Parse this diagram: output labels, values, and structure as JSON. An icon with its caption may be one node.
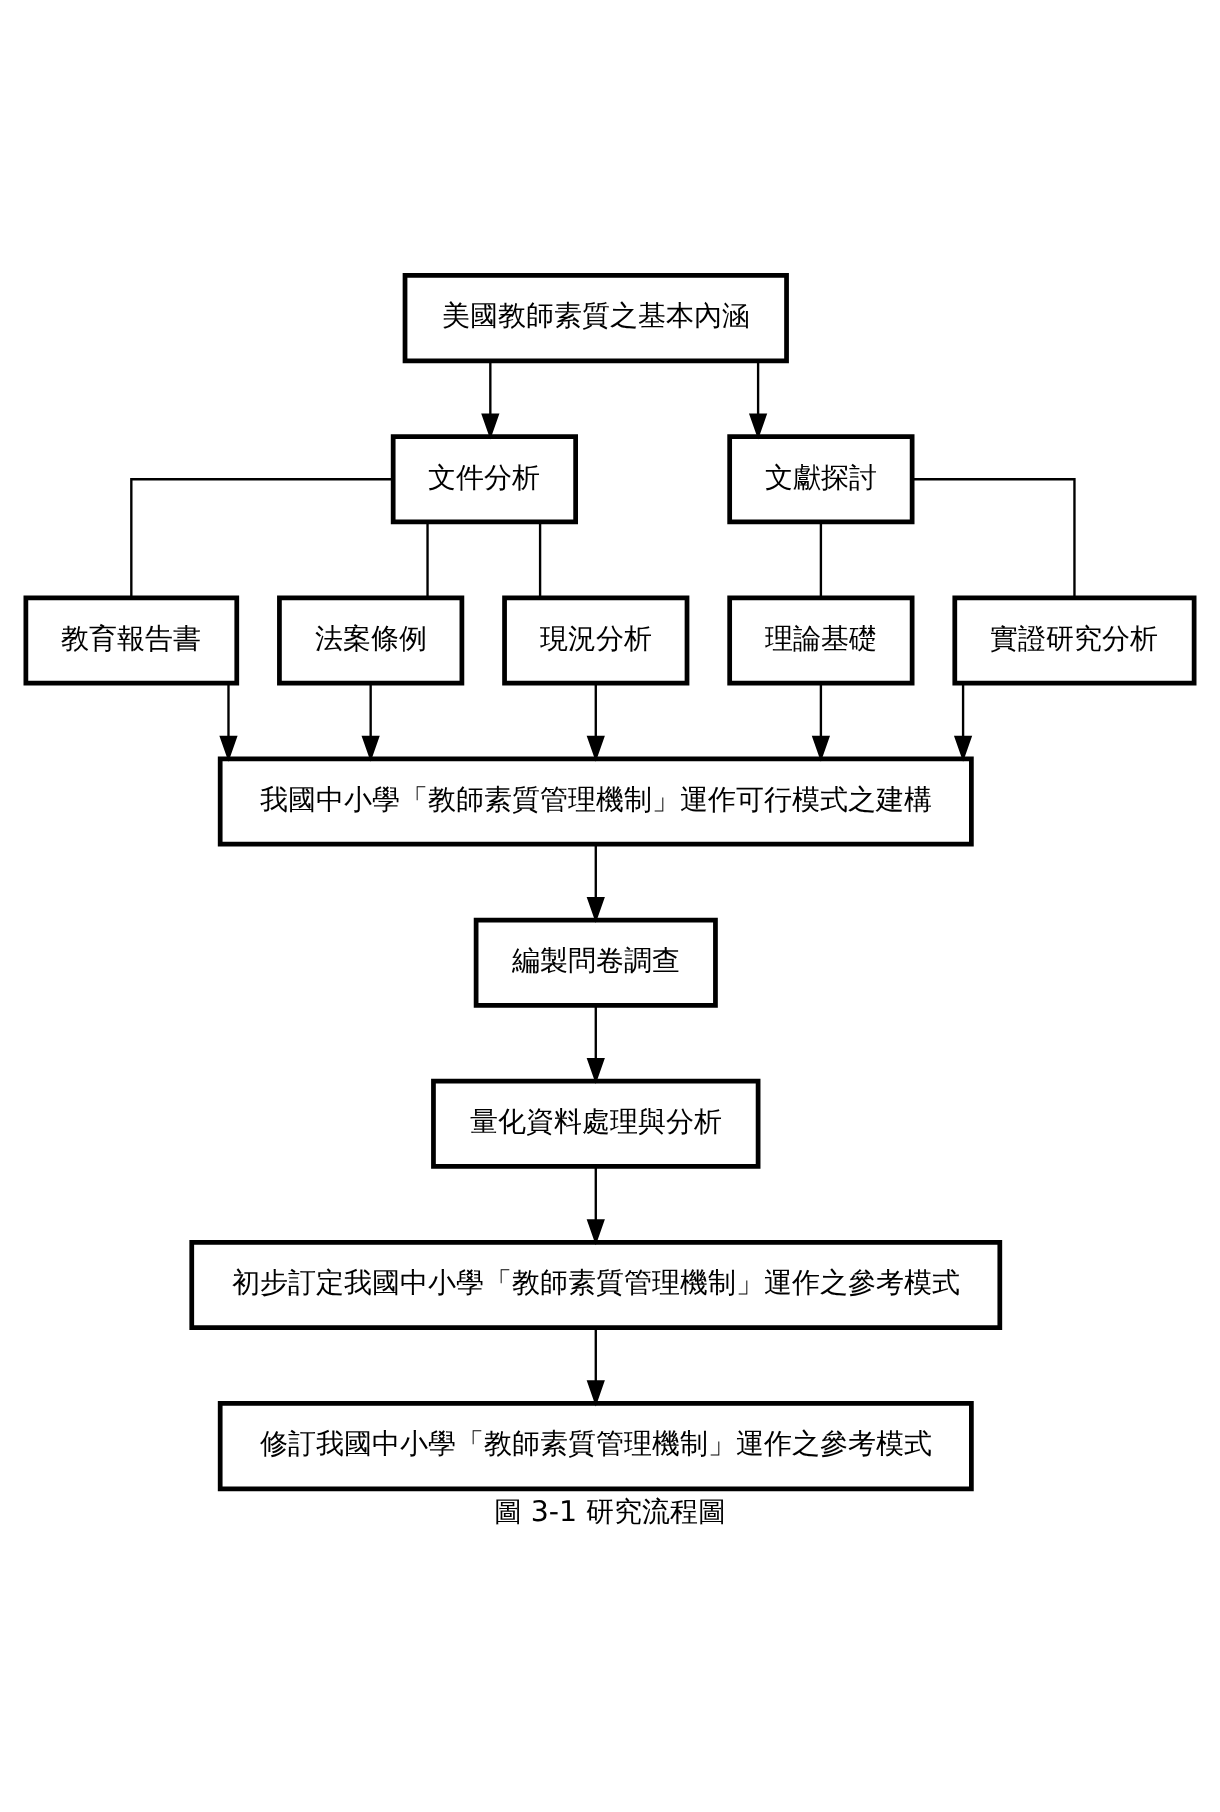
{
  "diagram": {
    "caption": "圖 3-1 研究流程圖",
    "nodes": [
      {
        "text": [
          "美國教師素質之基本內涵"
        ]
      },
      {
        "text": [
          "文件分析"
        ]
      },
      {
        "text": [
          "文獻探討"
        ]
      },
      {
        "text": [
          "教育報告書"
        ]
      },
      {
        "text": [
          "法案條例"
        ]
      },
      {
        "text": [
          "現況分析"
        ]
      },
      {
        "text": [
          "理論基礎"
        ]
      },
      {
        "text": [
          "實證研究分析"
        ]
      },
      {
        "text": [
          "我國中小學「教師素質管理機制」運作可行模式之建構"
        ]
      },
      {
        "text": [
          "編製問卷調查"
        ]
      },
      {
        "text": [
          "量化資料處理與分析"
        ]
      },
      {
        "text": [
          "初步訂定我國中小學「教師素質管理機制」運作之參考模式"
        ]
      },
      {
        "text": [
          "修訂我國中小學「教師素質管理機制」運作之參考模式"
        ]
      }
    ],
    "edges": [
      {
        "from": 0,
        "to": 1,
        "arrow": "to"
      },
      {
        "from": 0,
        "to": 2,
        "arrow": "to"
      },
      {
        "from": 1,
        "to": 3,
        "arrow": "none"
      },
      {
        "from": 1,
        "to": 4,
        "arrow": "none"
      },
      {
        "from": 1,
        "to": 5,
        "arrow": "none"
      },
      {
        "from": 2,
        "to": 6,
        "arrow": "none"
      },
      {
        "from": 2,
        "to": 7,
        "arrow": "none"
      },
      {
        "from": 3,
        "to": 8,
        "arrow": "to"
      },
      {
        "from": 4,
        "to": 8,
        "arrow": "to"
      },
      {
        "from": 5,
        "to": 8,
        "arrow": "to"
      },
      {
        "from": 6,
        "to": 8,
        "arrow": "to"
      },
      {
        "from": 7,
        "to": 8,
        "arrow": "to"
      },
      {
        "from": 8,
        "to": 9,
        "arrow": "to"
      },
      {
        "from": 9,
        "to": 10,
        "arrow": "to"
      },
      {
        "from": 10,
        "to": 11,
        "arrow": "to"
      },
      {
        "from": 11,
        "to": 12,
        "arrow": "to"
      }
    ]
  }
}
